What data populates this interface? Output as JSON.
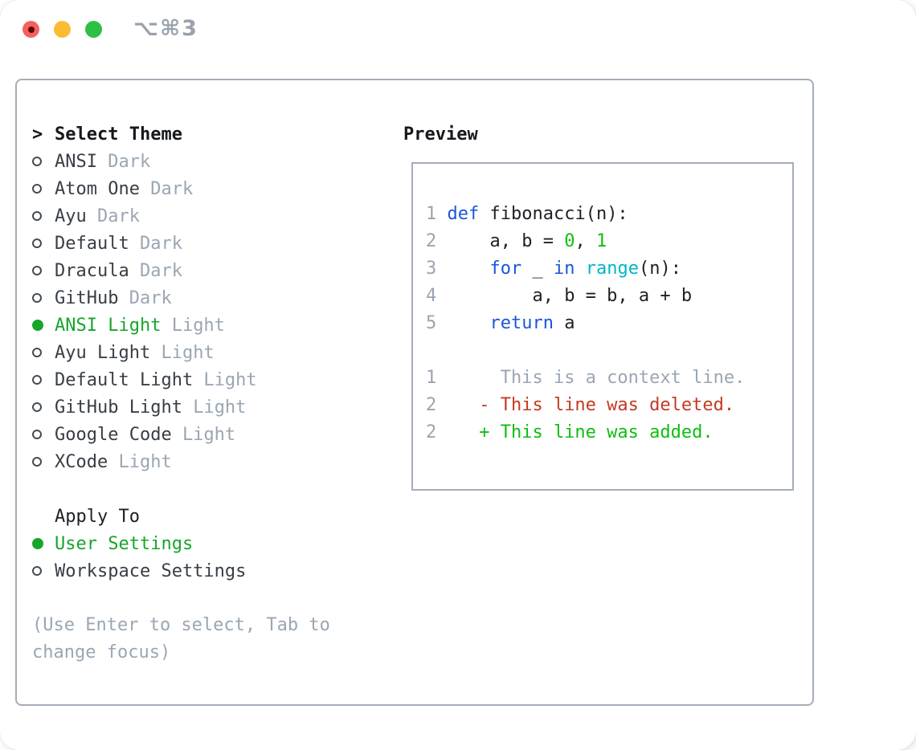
{
  "window": {
    "shortcut": "⌥⌘3",
    "traffic_lights": [
      "close",
      "minimize",
      "zoom"
    ]
  },
  "colors": {
    "code": "#1d2126",
    "keyword": "#1a56db",
    "builtin": "#00b5c7",
    "literal": "#10bd10",
    "added": "#10bd10",
    "deleted": "#c43a21",
    "muted": "#9aa6b4",
    "line_number": "#9aa4b0",
    "selected_green": "#17a52c",
    "name_dark": "#383e46",
    "frame_border": "#a4adb9"
  },
  "panel": {
    "title_marker": ">",
    "title": "Select Theme",
    "themes": [
      {
        "name": "ANSI",
        "variant": "Dark",
        "selected": false
      },
      {
        "name": "Atom One",
        "variant": "Dark",
        "selected": false
      },
      {
        "name": "Ayu",
        "variant": "Dark",
        "selected": false
      },
      {
        "name": "Default",
        "variant": "Dark",
        "selected": false
      },
      {
        "name": "Dracula",
        "variant": "Dark",
        "selected": false
      },
      {
        "name": "GitHub",
        "variant": "Dark",
        "selected": false
      },
      {
        "name": "ANSI Light",
        "variant": "Light",
        "selected": true
      },
      {
        "name": "Ayu Light",
        "variant": "Light",
        "selected": false
      },
      {
        "name": "Default Light",
        "variant": "Light",
        "selected": false
      },
      {
        "name": "GitHub Light",
        "variant": "Light",
        "selected": false
      },
      {
        "name": "Google Code",
        "variant": "Light",
        "selected": false
      },
      {
        "name": "XCode",
        "variant": "Light",
        "selected": false
      }
    ],
    "apply_to": {
      "title": "Apply To",
      "options": [
        {
          "name": "User Settings",
          "selected": true
        },
        {
          "name": "Workspace Settings",
          "selected": false
        }
      ]
    },
    "hint": "(Use Enter to select, Tab to change focus)"
  },
  "preview": {
    "title": "Preview",
    "lines": [
      {
        "num": "1",
        "segments": [
          {
            "text": " ",
            "color": "code"
          },
          {
            "text": "def",
            "color": "keyword"
          },
          {
            "text": " fibonacci(n):",
            "color": "code"
          }
        ]
      },
      {
        "num": "2",
        "segments": [
          {
            "text": "     a, b = ",
            "color": "code"
          },
          {
            "text": "0",
            "color": "literal"
          },
          {
            "text": ", ",
            "color": "code"
          },
          {
            "text": "1",
            "color": "literal"
          }
        ]
      },
      {
        "num": "3",
        "segments": [
          {
            "text": "     ",
            "color": "code"
          },
          {
            "text": "for",
            "color": "keyword"
          },
          {
            "text": " _ ",
            "color": "code"
          },
          {
            "text": "in",
            "color": "keyword"
          },
          {
            "text": " ",
            "color": "code"
          },
          {
            "text": "range",
            "color": "builtin"
          },
          {
            "text": "(n):",
            "color": "code"
          }
        ]
      },
      {
        "num": "4",
        "segments": [
          {
            "text": "         a, b = b, a + b",
            "color": "code"
          }
        ]
      },
      {
        "num": "5",
        "segments": [
          {
            "text": "     ",
            "color": "code"
          },
          {
            "text": "return",
            "color": "keyword"
          },
          {
            "text": " a",
            "color": "code"
          }
        ]
      },
      {
        "num": "",
        "segments": []
      },
      {
        "num": "1",
        "segments": [
          {
            "text": "      This is a context line.",
            "color": "muted"
          }
        ]
      },
      {
        "num": "2",
        "segments": [
          {
            "text": "    - This line was deleted.",
            "color": "deleted"
          }
        ]
      },
      {
        "num": "2",
        "segments": [
          {
            "text": "    + This line was added.",
            "color": "added"
          }
        ]
      }
    ]
  }
}
